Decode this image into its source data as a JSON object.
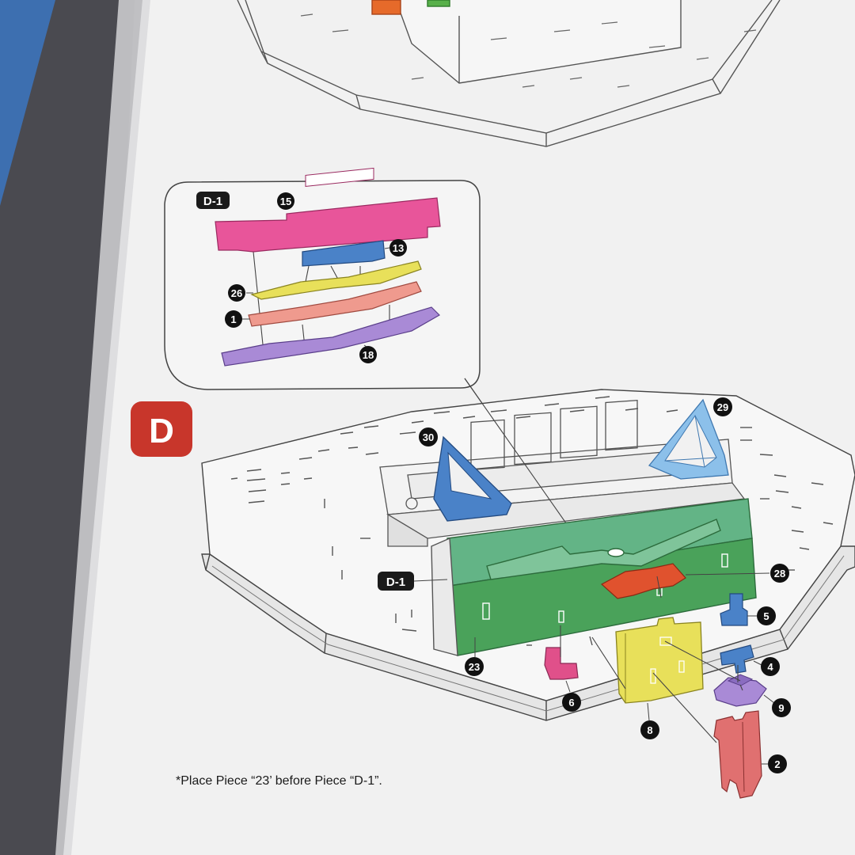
{
  "step": {
    "letter": "D",
    "color": "#c8362b"
  },
  "inset": {
    "label": "D-1"
  },
  "callouts": {
    "d1": "D-1",
    "p15": "15",
    "p13": "13",
    "p26": "26",
    "p1": "1",
    "p18": "18",
    "p30": "30",
    "p29": "29",
    "p28": "28",
    "p23": "23",
    "p5": "5",
    "p4": "4",
    "p9": "9",
    "p6": "6",
    "p8": "8",
    "p2": "2"
  },
  "note": "*Place Piece “23’ before Piece “D-1”.",
  "colors": {
    "pink": "#e8559a",
    "blue": "#4a82c8",
    "yellow": "#e8e05a",
    "salmon": "#ef9a8e",
    "purple": "#a98ad6",
    "green": "#3f9a58",
    "orange": "#e0522e",
    "lightblue": "#8cc0ea",
    "magenta": "#e0508a",
    "red": "#e07070"
  }
}
